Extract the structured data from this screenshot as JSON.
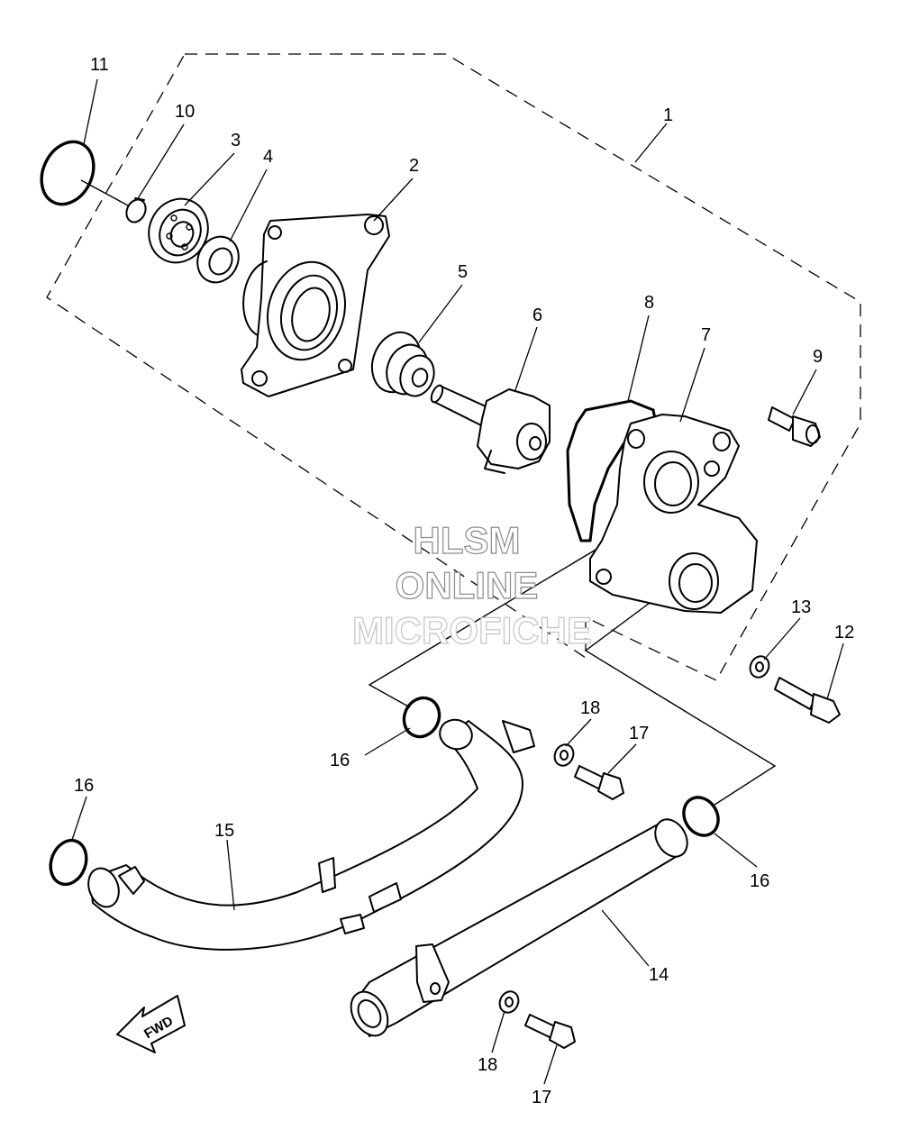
{
  "watermark": {
    "line1": "HLSM",
    "line2": "ONLINE",
    "line3": "MICROFICHE"
  },
  "direction_marker": "FWD",
  "callouts": {
    "p1": "1",
    "p2": "2",
    "p3": "3",
    "p4": "4",
    "p5": "5",
    "p6": "6",
    "p7": "7",
    "p8": "8",
    "p9": "9",
    "p10": "10",
    "p11": "11",
    "p12": "12",
    "p13": "13",
    "p14": "14",
    "p15": "15",
    "p16a": "16",
    "p16b": "16",
    "p16c": "16",
    "p17a": "17",
    "p17b": "17",
    "p18a": "18",
    "p18b": "18"
  }
}
